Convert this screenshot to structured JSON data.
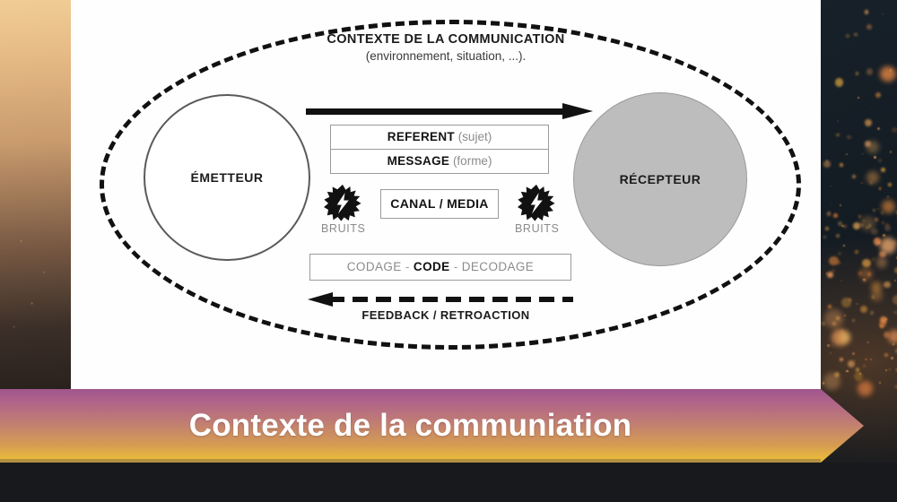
{
  "slide": {
    "context": {
      "title": "CONTEXTE DE LA COMMUNICATION",
      "subtitle": "(environnement, situation, ...)."
    },
    "emitter_label": "ÉMETTEUR",
    "receiver_label": "RÉCEPTEUR",
    "message_rows": [
      {
        "bold": "REFERENT",
        "note": " (sujet)"
      },
      {
        "bold": "MESSAGE",
        "note": " (forme)"
      }
    ],
    "channel_label": "CANAL / MEDIA",
    "noise_left_label": "BRUITS",
    "noise_right_label": "BRUITS",
    "code_row": {
      "left": "CODAGE",
      "sep1": "-",
      "middle": "CODE",
      "sep2": "-",
      "right": "DECODAGE"
    },
    "feedback_label": "FEEDBACK / RETROACTION"
  },
  "banner": {
    "text": "Contexte de la communiation"
  },
  "icons": {
    "noise": "noise-burst-icon",
    "arrow_forward": "arrow-right-icon",
    "arrow_feedback": "arrow-left-dashed-icon"
  },
  "colors": {
    "banner_top": "#a0568d",
    "banner_bottom": "#eec135",
    "receiver_fill": "#bdbdbd",
    "ink": "#111111",
    "muted_text": "#8b8b8b"
  }
}
